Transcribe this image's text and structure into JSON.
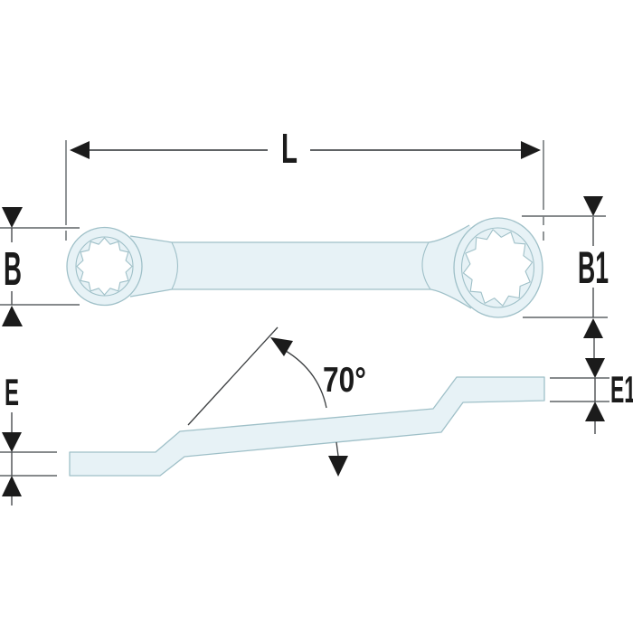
{
  "diagram": {
    "dimensions": {
      "length": {
        "label": "L"
      },
      "head_width_left": {
        "label": "B"
      },
      "head_width_right": {
        "label": "B1"
      },
      "thickness_left": {
        "label": "E"
      },
      "thickness_right": {
        "label": "E1"
      },
      "offset_angle": {
        "label": "70°"
      }
    }
  },
  "colors": {
    "background": "#ffffff",
    "wrench_fill": "#e7f2f6",
    "wrench_outline": "#9fc0c8",
    "dimension_line": "#4a4d4f",
    "tick_line": "#74797c",
    "arrow_black": "#1b1b1b"
  }
}
